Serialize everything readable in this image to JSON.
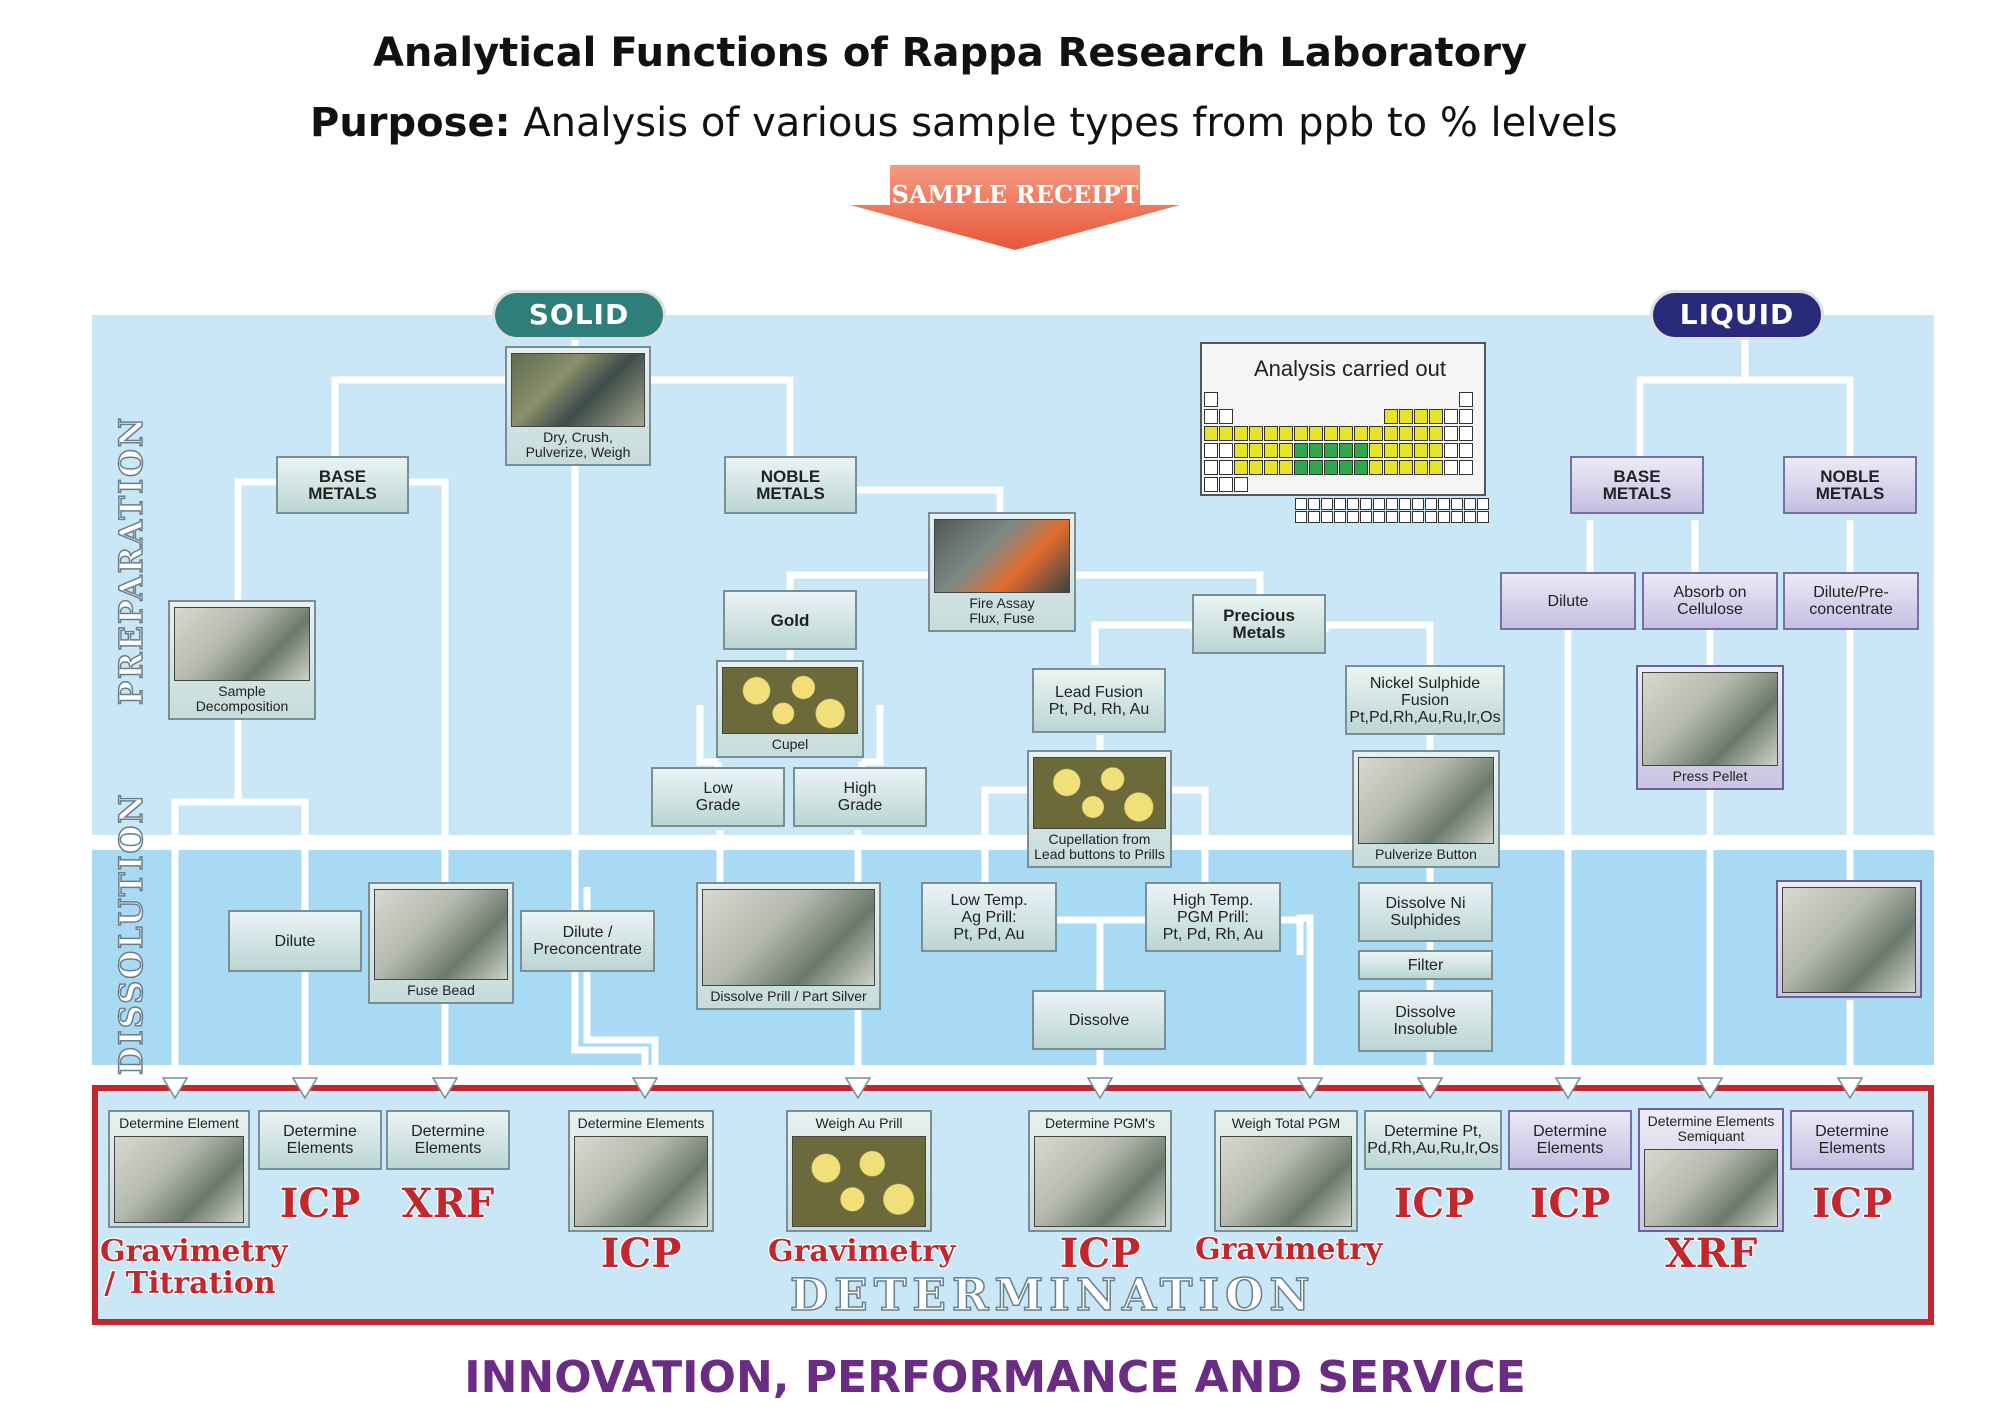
{
  "header": {
    "title": "Analytical Functions of Rappa Research Laboratory",
    "purpose_label": "Purpose:",
    "purpose_text": "Analysis of various sample types from ppb to % lelvels"
  },
  "receipt": {
    "label": "SAMPLE RECEIPT",
    "color": "#e8563a"
  },
  "branches": {
    "solid": "SOLID",
    "liquid": "LIQUID"
  },
  "stages": {
    "preparation": "PREPARATION",
    "dissolution": "DISSOLUTION",
    "determination": "DETERMINATION"
  },
  "periodic_table": {
    "title": "Analysis carried out"
  },
  "solid": {
    "dry_crush": "Dry, Crush,\nPulverize, Weigh",
    "base_metals": "BASE\nMETALS",
    "noble_metals": "NOBLE\nMETALS",
    "sample_decomp": "Sample\nDecomposition",
    "fire_assay": "Fire Assay\nFlux, Fuse",
    "gold": "Gold",
    "precious_metals": "Precious\nMetals",
    "cupel": "Cupel",
    "low_grade": "Low\nGrade",
    "high_grade": "High\nGrade",
    "lead_fusion": "Lead Fusion\nPt, Pd, Rh, Au",
    "nickel_fusion": "Nickel Sulphide\nFusion\nPt,Pd,Rh,Au,Ru,Ir,Os",
    "cupellation": "Cupellation from\nLead buttons to Prills",
    "pulverize_button": "Pulverize Button",
    "dilute": "Dilute",
    "fuse_bead": "Fuse Bead",
    "dilute_preconc": "Dilute /\nPreconcentrate",
    "dissolve_prill": "Dissolve Prill / Part Silver",
    "low_temp": "Low Temp.\nAg Prill:\nPt, Pd, Au",
    "high_temp": "High Temp.\nPGM Prill:\nPt, Pd, Rh, Au",
    "dissolve": "Dissolve",
    "dissolve_ni": "Dissolve Ni\nSulphides",
    "filter": "Filter",
    "dissolve_insoluble": "Dissolve\nInsoluble"
  },
  "liquid": {
    "base_metals": "BASE\nMETALS",
    "noble_metals": "NOBLE\nMETALS",
    "dilute": "Dilute",
    "absorb": "Absorb on\nCellulose",
    "dilute_pre": "Dilute/Pre-\nconcentrate",
    "press_pellet": "Press Pellet"
  },
  "determination": {
    "det_element": "Determine Element",
    "det_elements_1": "Determine\nElements",
    "det_elements_2": "Determine\nElements",
    "det_elements_3": "Determine Elements",
    "weigh_au": "Weigh Au Prill",
    "det_pgms": "Determine PGM's",
    "weigh_total": "Weigh Total PGM",
    "det_pt": "Determine Pt,\nPd,Rh,Au,Ru,Ir,Os",
    "det_elements_4": "Determine\nElements",
    "det_semiquant": "Determine Elements\nSemiquant",
    "det_elements_5": "Determine\nElements"
  },
  "techniques": {
    "grav_titration": "Gravimetry\n/ Titration",
    "icp": "ICP",
    "xrf": "XRF",
    "gravimetry": "Gravimetry"
  },
  "footer": "INNOVATION, PERFORMANCE AND SERVICE",
  "colors": {
    "solid_pill": "#2e7e7a",
    "liquid_pill": "#2a2a7a",
    "technique_text": "#c1272d",
    "footer_text": "#6b2c84",
    "determination_border": "#c1272d"
  }
}
